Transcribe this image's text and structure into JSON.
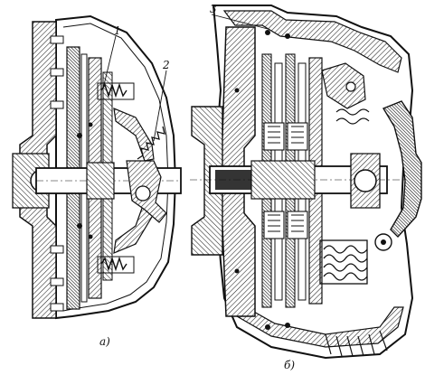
{
  "figure": {
    "callouts": [
      "1",
      "2",
      "3"
    ],
    "panel_labels": [
      "a)",
      "б)"
    ]
  }
}
